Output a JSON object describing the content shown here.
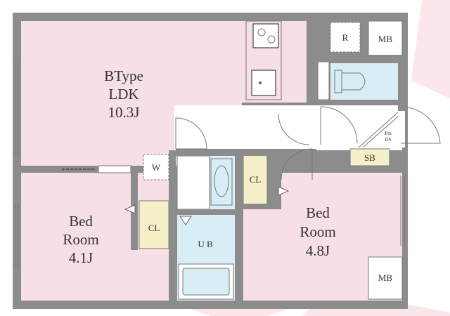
{
  "rooms": {
    "ldk": {
      "line1": "BType",
      "line2": "LDK",
      "line3": "10.3J"
    },
    "bed_left": {
      "line1": "Bed",
      "line2": "Room",
      "line3": "4.1J"
    },
    "bed_right": {
      "line1": "Bed",
      "line2": "Room",
      "line3": "4.8J"
    },
    "ub": {
      "label": "U B"
    }
  },
  "fixtures": {
    "mb_top": "MB",
    "mb_bottom": "MB",
    "cl_left": "CL",
    "cl_center": "CL",
    "sb": "SB",
    "refrigerator": "R",
    "washer": "W",
    "ventilation_line1": "Pm",
    "ventilation_line2": "DS"
  },
  "colors": {
    "wall": "#8c8c8c",
    "room_pink": "#f7dfe6",
    "wet_blue": "#d8edf6",
    "closet_cream": "#f5f0c8"
  }
}
